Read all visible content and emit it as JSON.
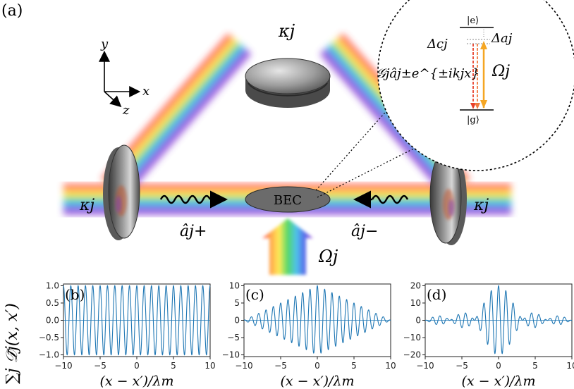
{
  "panel_labels": {
    "a": "(a)",
    "b": "(b)",
    "c": "(c)",
    "d": "(d)"
  },
  "schematic": {
    "mirror_decay_top": "κj",
    "mirror_decay_left": "κj",
    "mirror_decay_right": "κj",
    "bec_label": "BEC",
    "mode_plus": "âj+",
    "mode_minus": "âj−",
    "pump": "Ωj",
    "axes": {
      "x": "x",
      "y": "y",
      "z": "z"
    },
    "level_diagram": {
      "excited_state": "|e⟩",
      "ground_state": "|g⟩",
      "cavity_detuning": "Δcj",
      "atom_detuning": "Δaj",
      "coupling": "𝒢jâj±e^{±ikjx}",
      "pump_rabi": "Ωj",
      "colors": {
        "pump_arrow": "#f5a623",
        "cavity_arrow_1": "#e8402a",
        "cavity_arrow_2": "#f07b3f"
      }
    },
    "colors": {
      "mirror": "#5f5f5f",
      "bec_fill": "#6b6b6b",
      "beam_spectrum": [
        "#ff3030",
        "#ff9a2e",
        "#ffe83a",
        "#38d24e",
        "#2fb8e8",
        "#3b55e6",
        "#8a3bd6"
      ]
    }
  },
  "shared_ylabel": "∑j 𝒟̃j(x, x′)",
  "chart_data": [
    {
      "type": "line",
      "panel": "(b)",
      "xlabel": "(x − x′)/λm",
      "x_ticks": [
        -10,
        -5,
        0,
        5,
        10
      ],
      "y_ticks": [
        -1.0,
        -0.5,
        0.0,
        0.5,
        1.0
      ],
      "y_tick_labels": [
        "−1.0",
        "−0.5",
        "0.0",
        "0.5",
        "1.0"
      ],
      "x_tick_labels": [
        "−10",
        "−5",
        "0",
        "5",
        "10"
      ],
      "xlim": [
        -10,
        10
      ],
      "ylim": [
        -1.05,
        1.05
      ],
      "function": "cos(2πx)",
      "amplitude_description": "constant amplitude 1.0",
      "line_color": "#1f77b4",
      "zero_line": true
    },
    {
      "type": "line",
      "panel": "(c)",
      "xlabel": "(x − x′)/λm",
      "x_ticks": [
        -10,
        -5,
        0,
        5,
        10
      ],
      "y_ticks": [
        -10,
        -5,
        0,
        5,
        10
      ],
      "y_tick_labels": [
        "−10",
        "−5",
        "0",
        "5",
        "10"
      ],
      "x_tick_labels": [
        "−10",
        "−5",
        "0",
        "5",
        "10"
      ],
      "xlim": [
        -10,
        10
      ],
      "ylim": [
        -10.5,
        10.5
      ],
      "peak_amplitude": 10,
      "amplitude_description": "triangular envelope: 10·(1 − |x|/10)",
      "line_color": "#1f77b4",
      "zero_line": true
    },
    {
      "type": "line",
      "panel": "(d)",
      "xlabel": "(x − x′)/λm",
      "x_ticks": [
        -10,
        -5,
        0,
        5,
        10
      ],
      "y_ticks": [
        -20,
        -10,
        0,
        10,
        20
      ],
      "y_tick_labels": [
        "−20",
        "−10",
        "0",
        "10",
        "20"
      ],
      "x_tick_labels": [
        "−10",
        "−5",
        "0",
        "5",
        "10"
      ],
      "xlim": [
        -10,
        10
      ],
      "ylim": [
        -21,
        21
      ],
      "peak_amplitude": 20,
      "amplitude_description": "sinc-like envelope with central lobe |x| < 3.3, peak 20",
      "line_color": "#1f77b4",
      "zero_line": true
    }
  ]
}
